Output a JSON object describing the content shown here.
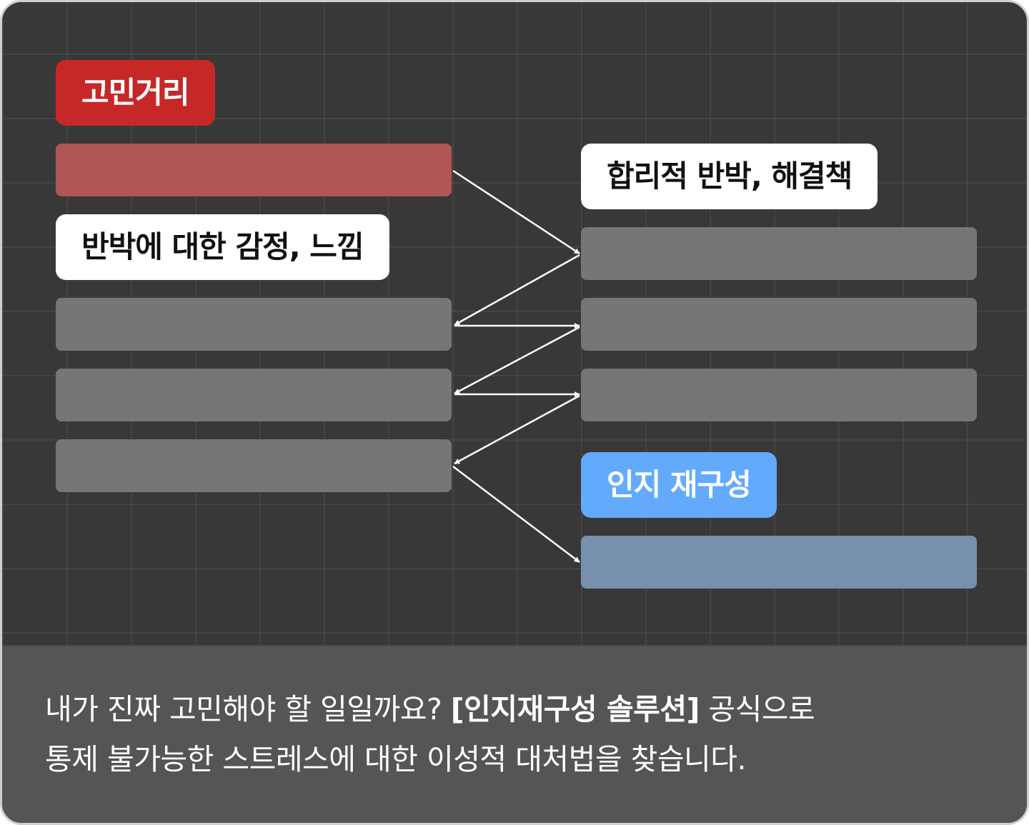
{
  "labels": {
    "concern": "고민거리",
    "feelings": "반박에 대한 감정, 느낌",
    "rational": "합리적 반박, 해결책",
    "reframe": "인지 재구성"
  },
  "caption": {
    "line1_pre": "내가 진짜 고민해야 할 일일까요? ",
    "line1_bold": "[인지재구성 솔루션]",
    "line1_post": " 공식으로",
    "line2": "통제 불가능한 스트레스에 대한 이성적 대처법을 찾습니다."
  },
  "colors": {
    "concern_label": "#c62828",
    "concern_bar": "#b05656",
    "neutral_bar": "#767676",
    "reframe_label": "#64aafc",
    "reframe_bar": "#7790ad",
    "background": "#383838",
    "caption_background": "#555555"
  }
}
